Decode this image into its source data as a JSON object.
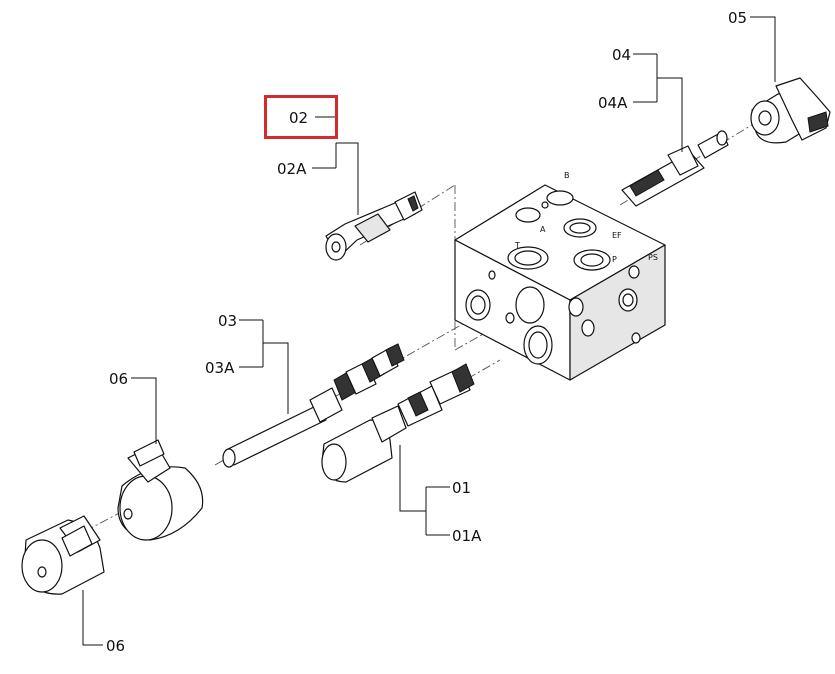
{
  "callouts": {
    "c02": "02",
    "c02a": "02A",
    "c03": "03",
    "c03a": "03A",
    "c04": "04",
    "c04a": "04A",
    "c05": "05",
    "c06_top": "06",
    "c06_bottom": "06",
    "c01": "01",
    "c01a": "01A"
  },
  "port_marks": {
    "a": "A",
    "b": "B",
    "t": "T",
    "p": "P",
    "ef": "EF",
    "ps": "PS"
  },
  "highlight_color": "#d62b2b"
}
